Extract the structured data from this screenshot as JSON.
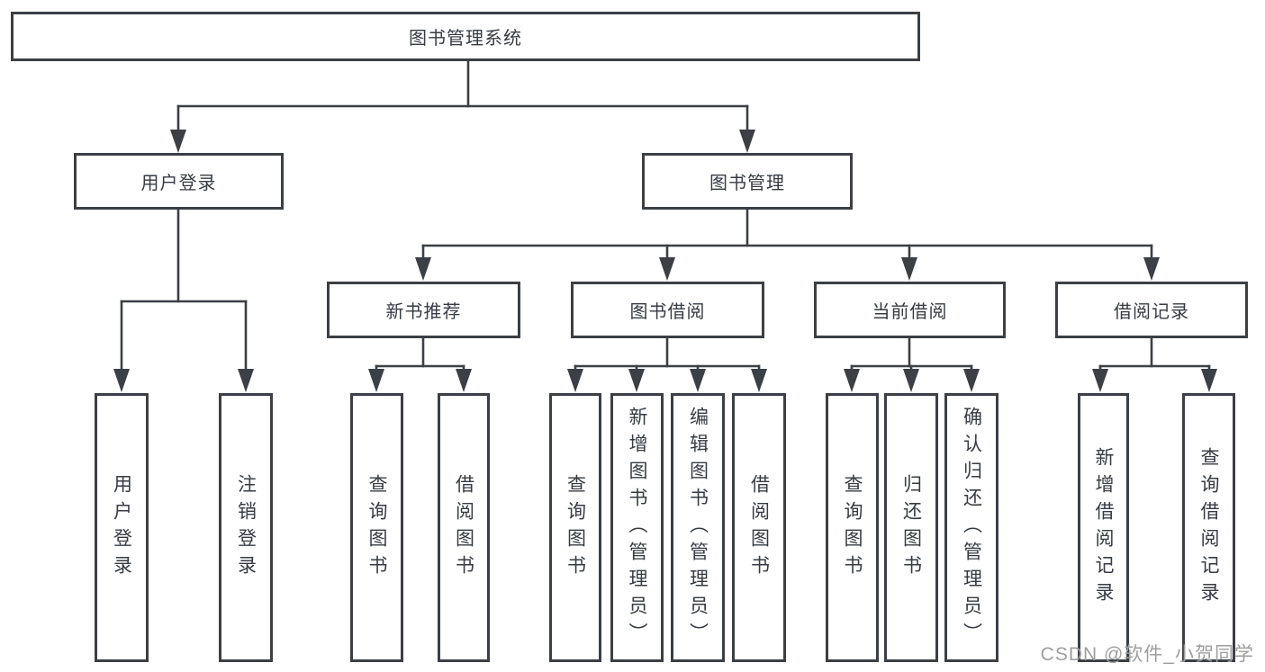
{
  "watermark": "CSDN @软件_小贺同学",
  "colors": {
    "line": "#3b3f46",
    "box_border": "#3b3f46",
    "text": "#363b44",
    "background": "#ffffff",
    "watermark": "#9e9e9e"
  },
  "diagram": {
    "type": "tree",
    "root": {
      "id": "system",
      "label": "图书管理系统"
    },
    "level2": [
      {
        "id": "user-login",
        "label": "用户登录",
        "children": [
          "用户登录",
          "注销登录"
        ]
      },
      {
        "id": "book-management",
        "label": "图书管理"
      }
    ],
    "level3": [
      {
        "id": "new-book-recommend",
        "label": "新书推荐",
        "children": [
          "查询图书",
          "借阅图书"
        ]
      },
      {
        "id": "book-borrowing",
        "label": "图书借阅",
        "children": [
          "查询图书",
          "新增图书（管理员）",
          "编辑图书（管理员）",
          "借阅图书"
        ]
      },
      {
        "id": "current-borrowing",
        "label": "当前借阅",
        "children": [
          "查询图书",
          "归还图书",
          "确认归还（管理员）"
        ]
      },
      {
        "id": "borrowing-records",
        "label": "借阅记录",
        "children": [
          "新增借阅记录",
          "查询借阅记录"
        ]
      }
    ]
  }
}
